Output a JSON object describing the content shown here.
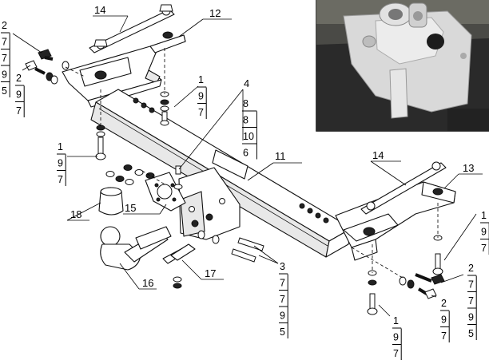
{
  "callouts": {
    "c14_top": "14",
    "c12": "12",
    "c4": "4",
    "c11": "11",
    "c14_right": "14",
    "c13": "13",
    "c18": "18",
    "c15": "15",
    "c16": "16",
    "c17": "17"
  },
  "stacks": {
    "s_2_7_7_9_5_left": [
      "2",
      "7",
      "7",
      "9",
      "5"
    ],
    "s_2_9_7_left": [
      "2",
      "9",
      "7"
    ],
    "s_1_9_7_center": [
      "1",
      "9",
      "7"
    ],
    "s_8_8_10_6": [
      "8",
      "8",
      "10",
      "6"
    ],
    "s_1_9_7_left": [
      "1",
      "9",
      "7"
    ],
    "s_3_7_7_9_5": [
      "3",
      "7",
      "7",
      "9",
      "5"
    ],
    "s_1_9_7_right": [
      "1",
      "9",
      "7"
    ],
    "s_2_7_7_9_5_right": [
      "2",
      "7",
      "7",
      "9",
      "5"
    ],
    "s_2_9_7_right": [
      "2",
      "9",
      "7"
    ],
    "s_1_9_7_bottom": [
      "1",
      "9",
      "7"
    ]
  }
}
